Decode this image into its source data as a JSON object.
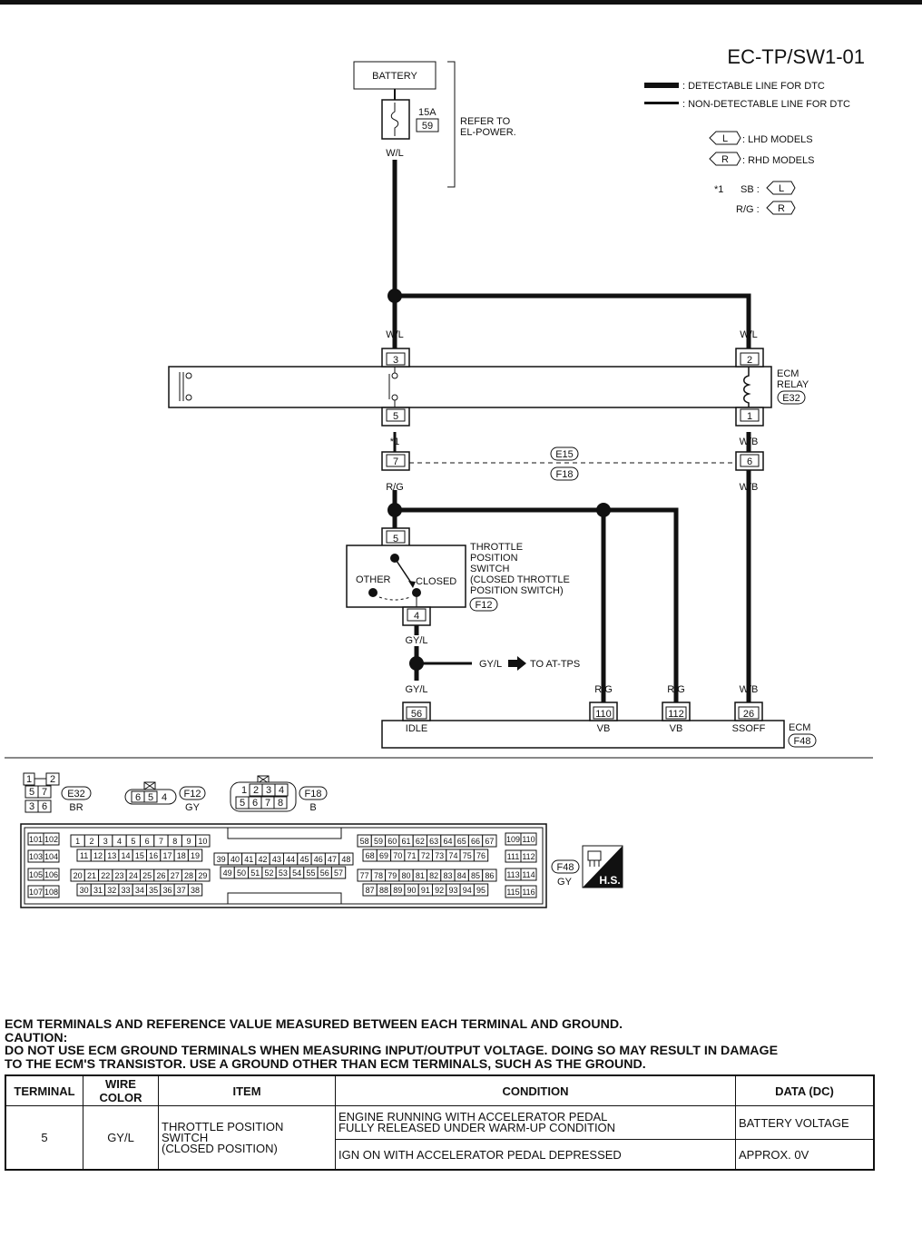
{
  "header": {
    "code": "EC-TP/SW1-01"
  },
  "legend": {
    "detectable": ": DETECTABLE LINE FOR DTC",
    "non_detectable": ": NON-DETECTABLE LINE FOR DTC",
    "lhd_badge": "L",
    "lhd_text": ": LHD MODELS",
    "rhd_badge": "R",
    "rhd_text": ": RHD MODELS",
    "star_note": "*1",
    "sb": "SB :",
    "rg": "R/G :"
  },
  "battery": {
    "label": "BATTERY",
    "fuse_amp": "15A",
    "fuse_no": "59",
    "refer": "REFER TO",
    "refer2": "EL-POWER."
  },
  "wires": {
    "wl_battery": "W/L",
    "wl_left": "W/L",
    "wl_right": "W/L",
    "wb_relay": "W/B",
    "wb_lower": "W/B",
    "wb_ecm": "W/B",
    "rg_conn": "R/G",
    "gyl_switch": "GY/L",
    "gyl_ecm": "GY/L",
    "rg_110": "R/G",
    "rg_112": "R/G",
    "gyl_tps": "GY/L",
    "to_at_tps": "TO AT-TPS",
    "star_label": "*1"
  },
  "relay": {
    "label1": "ECM",
    "label2": "RELAY",
    "connector": "E32",
    "pin3": "3",
    "pin2": "2",
    "pin5": "5",
    "pin1": "1"
  },
  "joint": {
    "e15": "E15",
    "f18": "F18",
    "pin7": "7",
    "pin6": "6"
  },
  "switch": {
    "title": [
      "THROTTLE",
      "POSITION",
      "SWITCH",
      "(CLOSED THROTTLE",
      "POSITION SWITCH)"
    ],
    "connector": "F12",
    "other": "OTHER",
    "closed": "CLOSED",
    "pin5": "5",
    "pin4": "4"
  },
  "ecm": {
    "label": "ECM",
    "connector": "F48",
    "terminals": [
      {
        "no": "56",
        "name": "IDLE"
      },
      {
        "no": "110",
        "name": "VB"
      },
      {
        "no": "112",
        "name": "VB"
      },
      {
        "no": "26",
        "name": "SSOFF"
      }
    ]
  },
  "connectors": {
    "e32": {
      "id": "E32",
      "color": "BR",
      "pins": [
        "1",
        "2",
        "5",
        "7",
        "3",
        "6"
      ]
    },
    "f12": {
      "id": "F12",
      "color": "GY",
      "pins": [
        "6",
        "5",
        "4"
      ]
    },
    "f18": {
      "id": "F18",
      "color": "B",
      "pins": [
        "1",
        "2",
        "3",
        "4",
        "5",
        "6",
        "7",
        "8"
      ]
    },
    "f48": {
      "id": "F48",
      "color": "GY",
      "hs": "H.S."
    }
  },
  "notes": {
    "line1": "ECM TERMINALS AND REFERENCE VALUE MEASURED BETWEEN EACH TERMINAL AND GROUND.",
    "line2": "CAUTION:",
    "line3": "DO NOT USE ECM GROUND TERMINALS WHEN MEASURING INPUT/OUTPUT VOLTAGE. DOING SO MAY RESULT IN DAMAGE",
    "line4": "TO THE ECM'S TRANSISTOR. USE A GROUND OTHER THAN ECM TERMINALS, SUCH AS THE GROUND."
  },
  "table": {
    "headers": [
      "TERMINAL",
      "WIRE COLOR",
      "ITEM",
      "CONDITION",
      "DATA (DC)"
    ],
    "terminal": "5",
    "wire_color": "GY/L",
    "item": [
      "THROTTLE POSITION",
      "SWITCH",
      "(CLOSED POSITION)"
    ],
    "rows": [
      {
        "condition": [
          "ENGINE RUNNING WITH ACCELERATOR PEDAL",
          "FULLY RELEASED UNDER WARM-UP CONDITION"
        ],
        "data": "BATTERY VOLTAGE"
      },
      {
        "condition": [
          "IGN ON WITH ACCELERATOR PEDAL DEPRESSED"
        ],
        "data": "APPROX. 0V"
      }
    ]
  }
}
